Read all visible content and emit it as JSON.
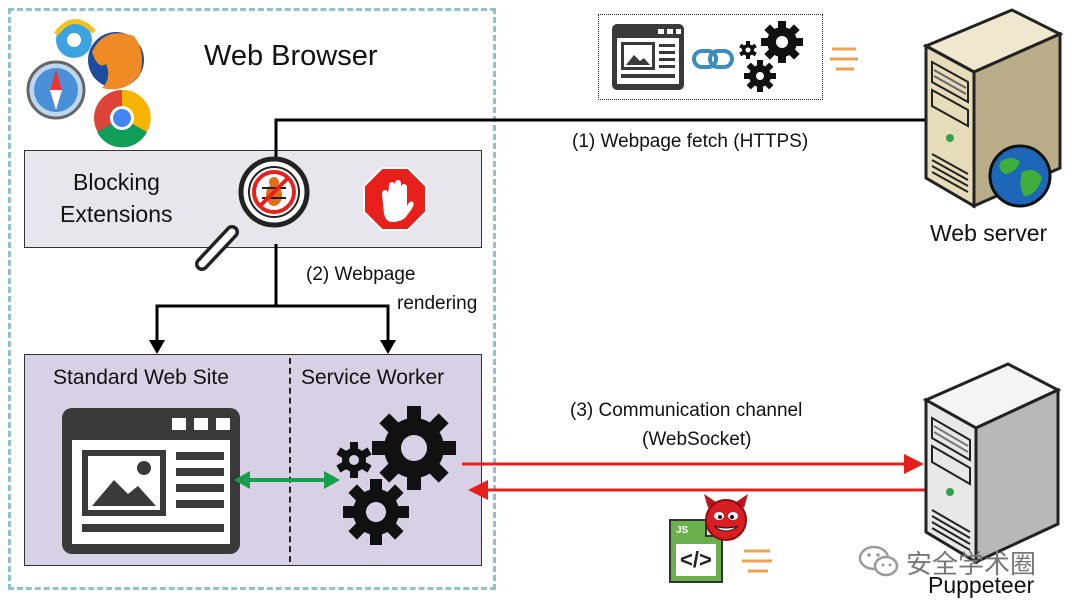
{
  "browser": {
    "title": "Web Browser"
  },
  "blocking": {
    "label_line1": "Blocking",
    "label_line2": "Extensions"
  },
  "site": {
    "standard_label": "Standard Web Site",
    "worker_label": "Service Worker"
  },
  "flows": {
    "fetch": "(1) Webpage fetch (HTTPS)",
    "render_line1": "(2) Webpage",
    "render_line2": "rendering",
    "channel_line1": "(3) Communication channel",
    "channel_line2": "(WebSocket)"
  },
  "nodes": {
    "web_server": "Web server",
    "puppeteer": "Puppeteer"
  },
  "watermark": {
    "text": "安全学术圈"
  },
  "payload": {
    "file_tag": "JS",
    "code_glyph": "</>"
  },
  "colors": {
    "frame": "#8fc1cf",
    "arrow_black": "#000000",
    "arrow_red": "#e8201c",
    "arrow_green": "#14a04c",
    "blocking_bg": "#e7e6ec",
    "site_bg": "#d8d0e4",
    "icon_gray": "#3a3a3a",
    "accent_orange": "#f0a050"
  }
}
